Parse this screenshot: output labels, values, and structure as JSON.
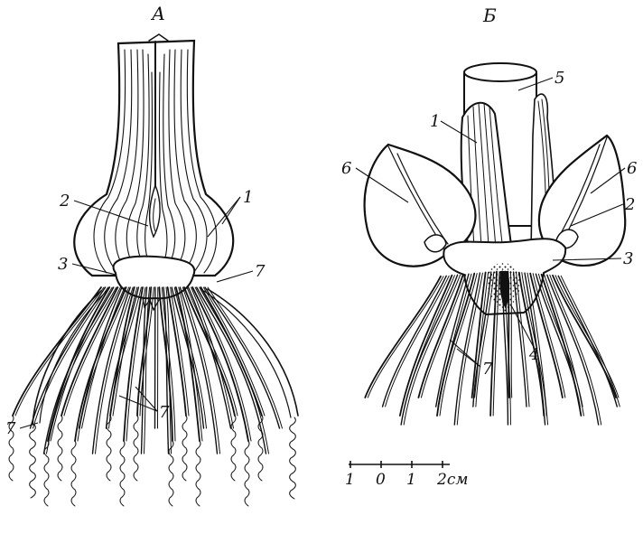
{
  "figure": {
    "panel_a": {
      "title": "А",
      "labels": {
        "l1": "1",
        "l2": "2",
        "l3": "3",
        "l7_right": "7",
        "l7_mid": "7",
        "l7_left": "7"
      }
    },
    "panel_b": {
      "title": "Б",
      "labels": {
        "l1": "1",
        "l2": "2",
        "l3": "3",
        "l4": "4",
        "l5": "5",
        "l6_left": "6",
        "l6_right": "6",
        "l7": "7"
      }
    },
    "scale_bar": {
      "ticks": [
        "1",
        "0",
        "1",
        "2см"
      ]
    }
  }
}
